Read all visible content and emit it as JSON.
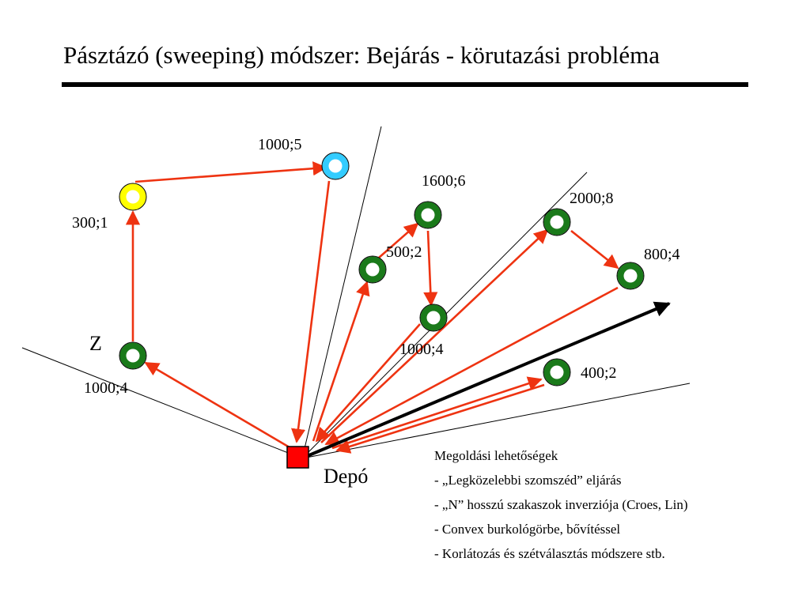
{
  "title": "Pásztázó (sweeping) módszer: Bejárás - körutazási probléma",
  "depot": {
    "label": "Depó",
    "color": "#ff0000"
  },
  "nodes": [
    {
      "id": "n1000_5",
      "label": "1000;5",
      "color": "#33ccff"
    },
    {
      "id": "n300_1",
      "label": "300;1",
      "color": "#ffff00"
    },
    {
      "id": "nZ",
      "label": "1000;4",
      "extra_label": "Z",
      "color": "#1a7a1a"
    },
    {
      "id": "n1600_6",
      "label": "1600;6",
      "color": "#1a7a1a"
    },
    {
      "id": "n500_2",
      "label": "500;2",
      "color": "#1a7a1a"
    },
    {
      "id": "n1000_4b",
      "label": "1000;4",
      "color": "#1a7a1a"
    },
    {
      "id": "n2000_8",
      "label": "2000;8",
      "color": "#1a7a1a"
    },
    {
      "id": "n800_4",
      "label": "800;4",
      "color": "#1a7a1a"
    },
    {
      "id": "n400_2",
      "label": "400;2",
      "color": "#1a7a1a"
    }
  ],
  "edge_color": "#ee3311",
  "sweep_arrow_color": "#000000",
  "notes": [
    "Megoldási lehetőségek",
    "- „Legközelebbi szomszéd” eljárás",
    "- „N” hosszú szakaszok inverziója (Croes, Lin)",
    "- Convex burkológörbe, bővítéssel",
    "- Korlátozás és szétválasztás módszere stb."
  ]
}
